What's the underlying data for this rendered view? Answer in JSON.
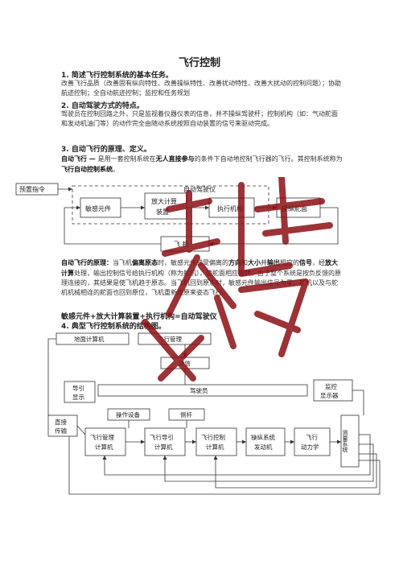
{
  "doc": {
    "title": "飞行控制",
    "s1_heading": "1.  简述飞行控制系统的基本任务。",
    "s1_body": "改善飞行品质（改善固有纵向特性、改善操纵特性、改善扰动特性、改善大扰动的控制问题）；协助航迹控制；全自动航迹控制；监控和任务规划",
    "s2_heading": "2.  自动驾驶方式的特点。",
    "s2_body": "驾驶员在控制回路之外，只是监视着仪器仪表的信息，并不操纵驾驶杆；控制机构（如：气动舵面和发动机油门等）的动作完全由随动系统按照自动装置的信号来驱动完成。",
    "s3_heading": "3.  自动飞行的原理、定义。",
    "s3_def_a": "自动飞行 — ",
    "s3_def_b": "是用一套控制系统在",
    "s3_def_c": "无人直接参与",
    "s3_def_d": "的条件下自动地控制飞行器的飞行。其控制系统称为",
    "s3_def_e": "飞行自动控制系统",
    "s3_def_f": "。",
    "principle_a": "自动飞行的原理：",
    "principle_b": "当飞机",
    "principle_c": "偏离原态",
    "principle_d": "时，敏感元件感受偏离的",
    "principle_e": "方向",
    "principle_f": "和",
    "principle_g": "大小",
    "principle_h": "并",
    "principle_i": "输出",
    "principle_j": "相应的",
    "principle_k": "信号",
    "principle_l": "，经",
    "principle_m": "放大计算",
    "principle_n": "处理，输出控制信号给执行机构（称为舵机），使舵面相应偏转。由于整个系统是按负反馈的原理连接的，其结果是使飞机趋于原态。当飞机回到原态时，敏感元件输出信号为零，舵机以及与舵机机械相连的舵面也回到原位，飞机重新按原来姿态飞行。",
    "formula": "敏感元件+放大计算装置+执行机构=自动驾驶仪",
    "s4_heading": "4.  典型飞行控制系统的结构图。"
  },
  "diagram1": {
    "preset": "预置指令",
    "autopilot": "自动驾驶仪",
    "sensor": "敏感元件",
    "amp_line1": "放大计算",
    "amp_line2": "装置",
    "actuator": "执行机构",
    "surface": "操纵舵面",
    "aircraft": "飞  机"
  },
  "diagram2": {
    "ground": "地面计算机",
    "flight_mgmt": "飞行管理",
    "comm": "通信",
    "guide_display_1": "导引",
    "guide_display_2": "显示",
    "pilot": "驾驶员",
    "monitor_1": "监控",
    "monitor_2": "显示器",
    "op_device": "操作设备",
    "stick": "侧杆",
    "direct_1": "直接",
    "direct_2": "传输",
    "fm_comp_1": "飞行管理",
    "fm_comp_2": "计算机",
    "fg_comp_1": "飞行导引",
    "fg_comp_2": "计算机",
    "fc_comp_1": "飞行控制",
    "fc_comp_2": "计算机",
    "actuation_1": "操纵系统",
    "actuation_2": "发动机",
    "dynamics_1": "飞行",
    "dynamics_2": "动力学",
    "measure": "测量系统"
  },
  "colors": {
    "watermark": "#8b0f14",
    "blue_text": "#1f3a8f"
  }
}
